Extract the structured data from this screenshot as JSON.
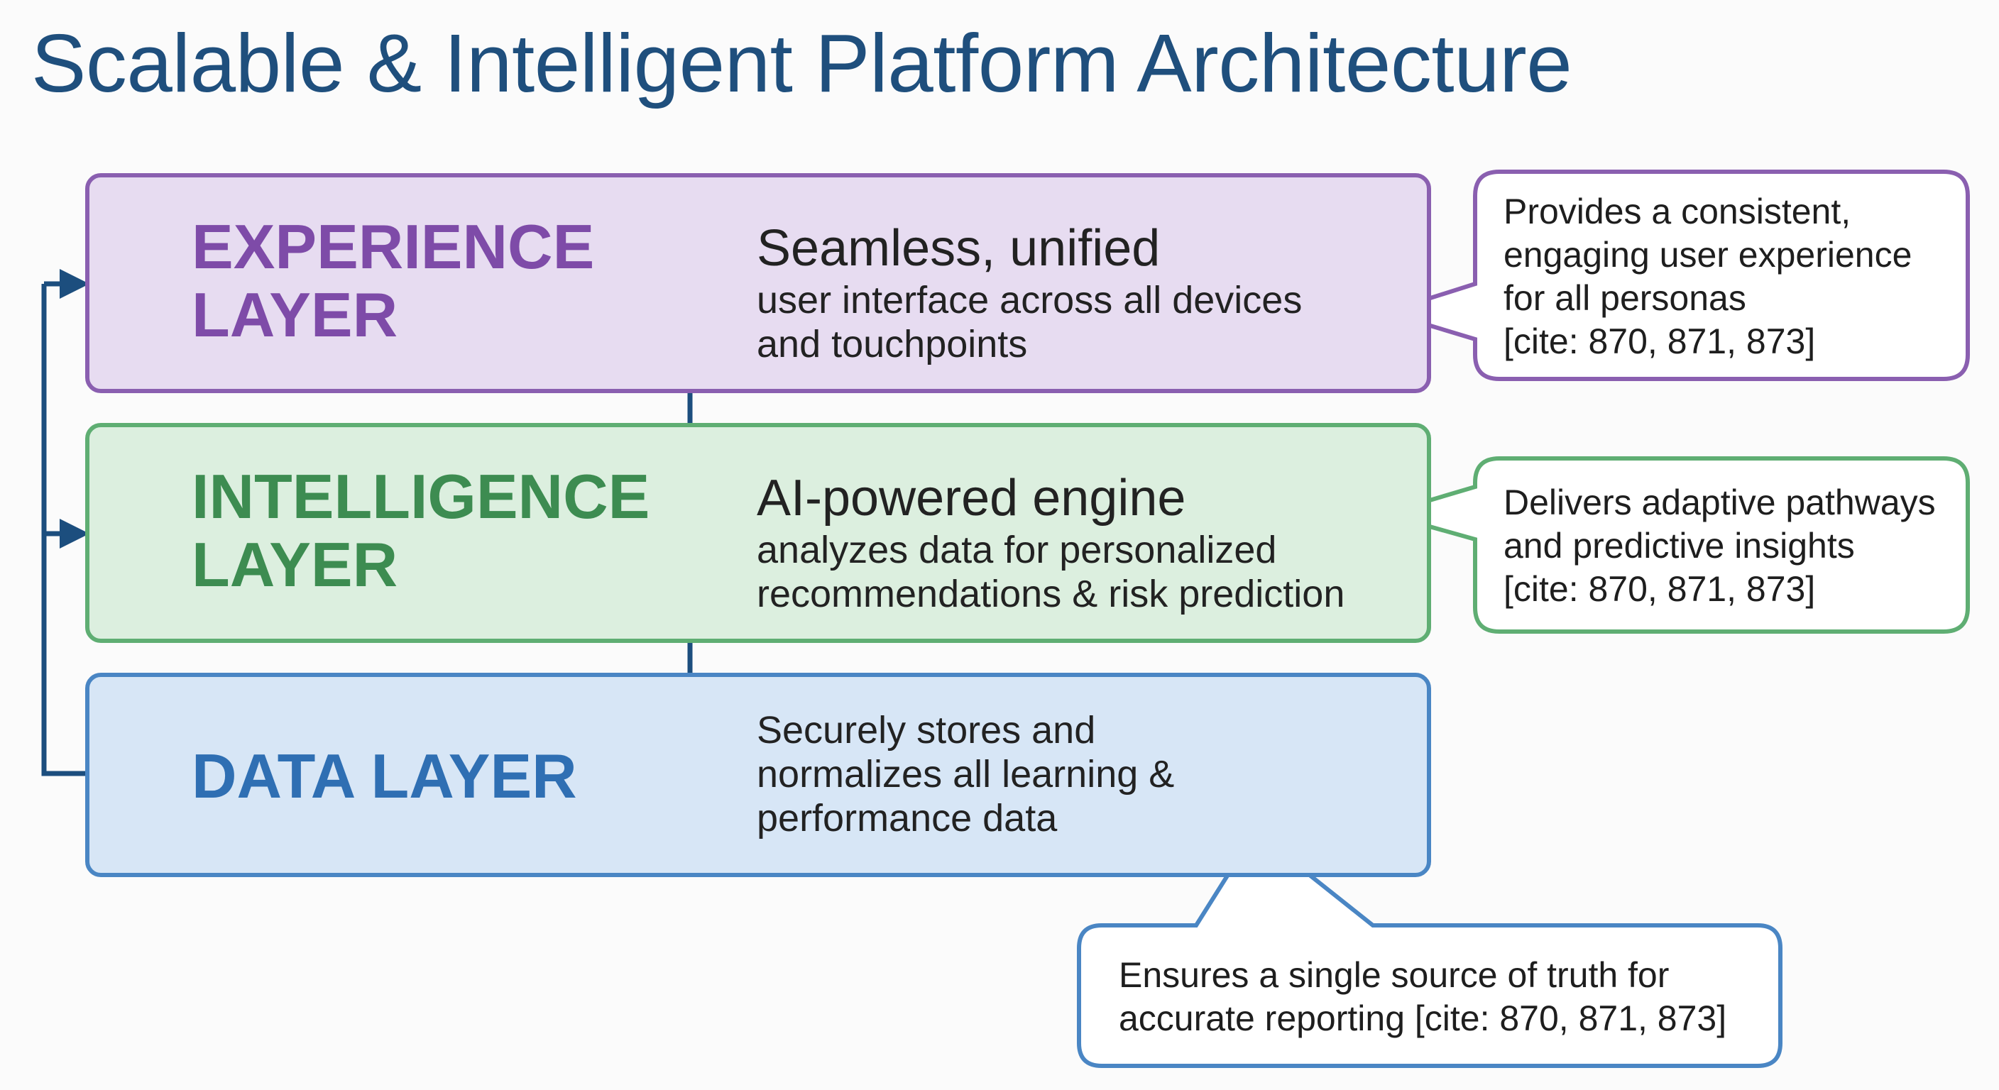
{
  "title": "Scalable & Intelligent Platform Architecture",
  "colors": {
    "title": "#1f4f7d",
    "experience": "#7e4ba8",
    "intelligence": "#3d8c51",
    "data": "#2f6fb3",
    "arrow": "#1c4e7e"
  },
  "layers": [
    {
      "name": "EXPERIENCE\nLAYER",
      "headline": "Seamless, unified",
      "body": "user interface across all devices\nand touchpoints",
      "callout": "Provides a consistent,\nengaging user experience\nfor all personas\n[cite: 870, 871, 873]"
    },
    {
      "name": "INTELLIGENCE\nLAYER",
      "headline": "AI-powered engine",
      "body": "analyzes data for personalized\nrecommendations & risk prediction",
      "callout": "Delivers adaptive pathways\nand predictive insights\n[cite: 870, 871, 873]"
    },
    {
      "name": "DATA LAYER",
      "headline": "",
      "body": "Securely stores and\nnormalizes all learning &\nperformance data",
      "callout": "Ensures a single source of truth for\naccurate reporting [cite: 870, 871, 873]"
    }
  ]
}
